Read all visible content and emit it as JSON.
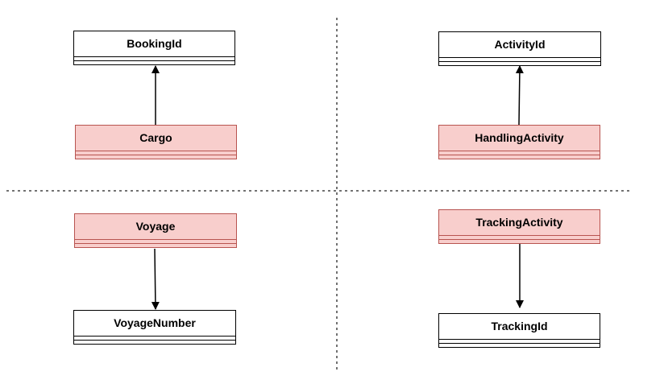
{
  "diagram": {
    "classes": {
      "booking_id": "BookingId",
      "cargo": "Cargo",
      "activity_id": "ActivityId",
      "handling_activity": "HandlingActivity",
      "voyage": "Voyage",
      "voyage_number": "VoyageNumber",
      "tracking_activity": "TrackingActivity",
      "tracking_id": "TrackingId"
    },
    "highlighted": [
      "Cargo",
      "HandlingActivity",
      "Voyage",
      "TrackingActivity"
    ],
    "relations": [
      {
        "from": "Cargo",
        "to": "BookingId"
      },
      {
        "from": "HandlingActivity",
        "to": "ActivityId"
      },
      {
        "from": "Voyage",
        "to": "VoyageNumber"
      },
      {
        "from": "TrackingActivity",
        "to": "TrackingId"
      }
    ]
  },
  "colors": {
    "highlight_fill": "#f8cecc",
    "highlight_stroke": "#b85450",
    "line": "#000000",
    "divider": "#444444"
  }
}
